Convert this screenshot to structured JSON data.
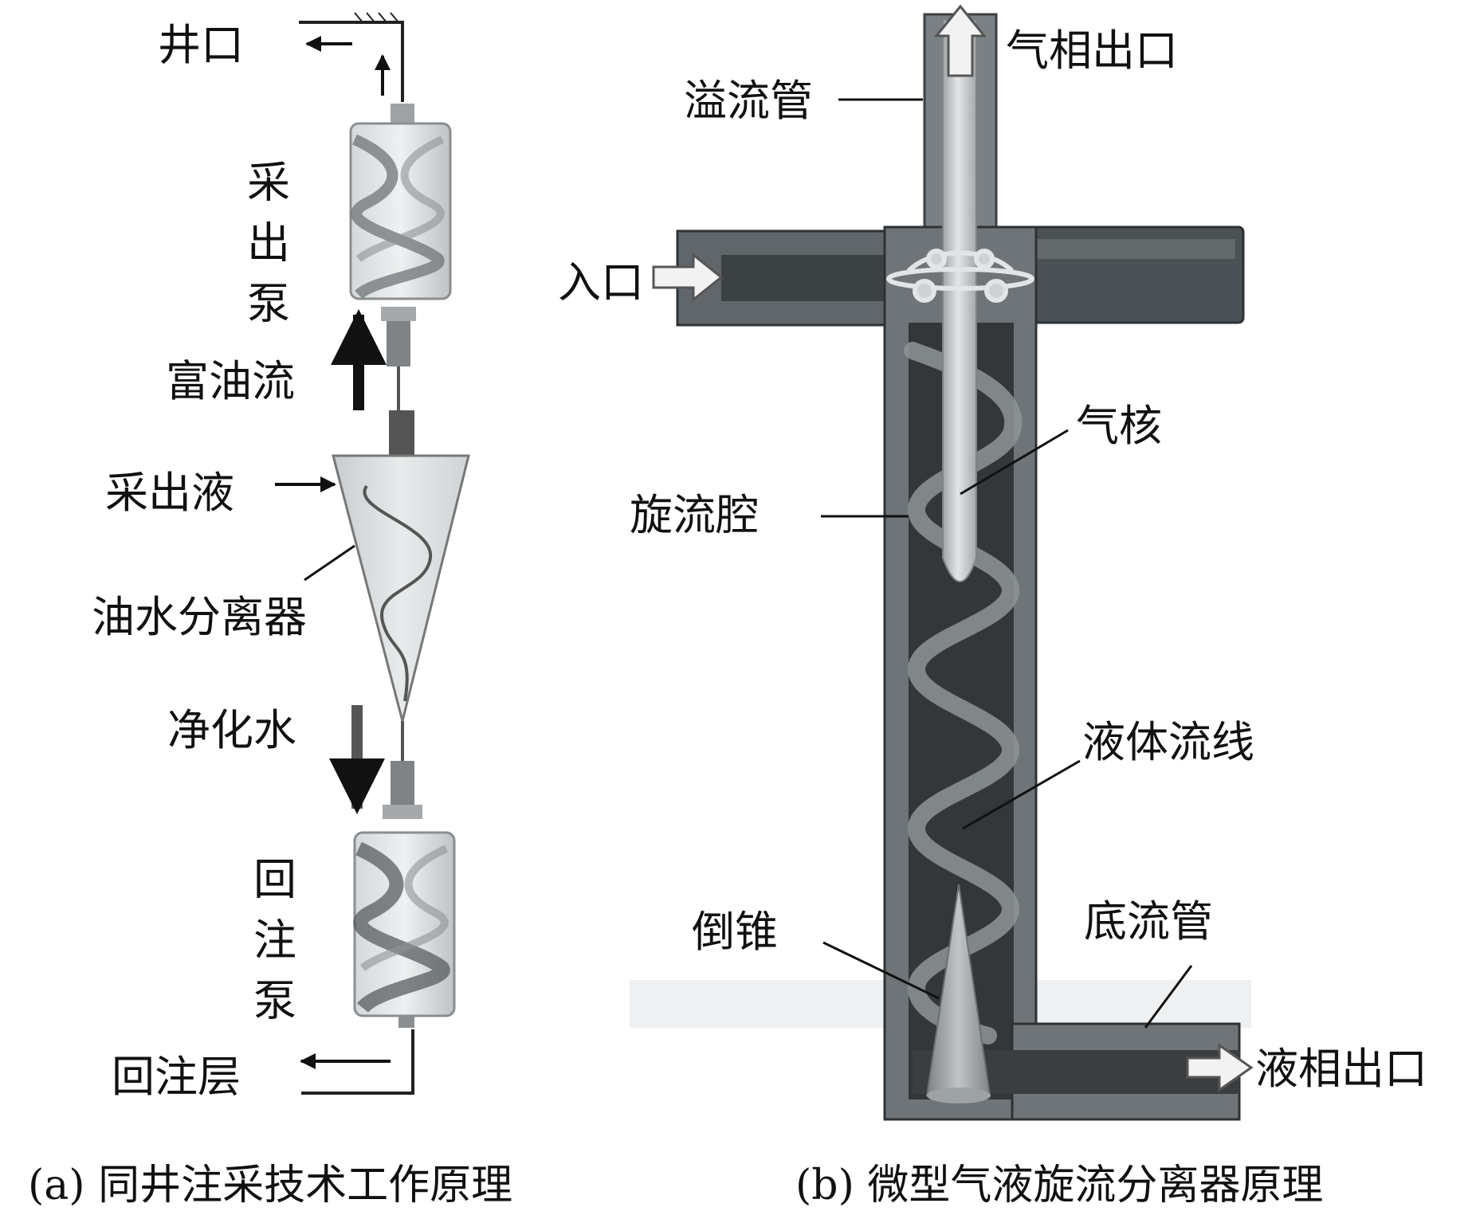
{
  "panel_a": {
    "caption": "(a) 同井注采技术工作原理",
    "labels": {
      "wellhead": "井口",
      "production_pump": "采出泵",
      "oil_rich_flow": "富油流",
      "produced_fluid": "采出液",
      "oil_water_separator": "油水分离器",
      "purified_water": "净化水",
      "reinjection_pump": "回注泵",
      "reinjection_layer": "回注层"
    }
  },
  "panel_b": {
    "caption": "(b) 微型气液旋流分离器原理",
    "labels": {
      "overflow_pipe": "溢流管",
      "gas_outlet": "气相出口",
      "inlet": "入口",
      "gas_core": "气核",
      "swirl_chamber": "旋流腔",
      "liquid_streamline": "液体流线",
      "inverted_cone": "倒锥",
      "underflow_pipe": "底流管",
      "liquid_outlet": "液相出口"
    }
  },
  "colors": {
    "pipe_wall": "#6e7478",
    "pipe_wall_dark": "#4e5458",
    "chamber": "#35393c",
    "gas_core": "#c9cdcf",
    "streamline": "#8f9497",
    "separator_fill": "#d9dddf",
    "pump_body": "#c7cbcd",
    "arrow_fill": "#f2f2f2"
  },
  "icons": {
    "gas_arrow": "up-arrow-icon",
    "inlet_arrow": "right-arrow-icon",
    "liquid_arrow": "right-arrow-icon"
  }
}
